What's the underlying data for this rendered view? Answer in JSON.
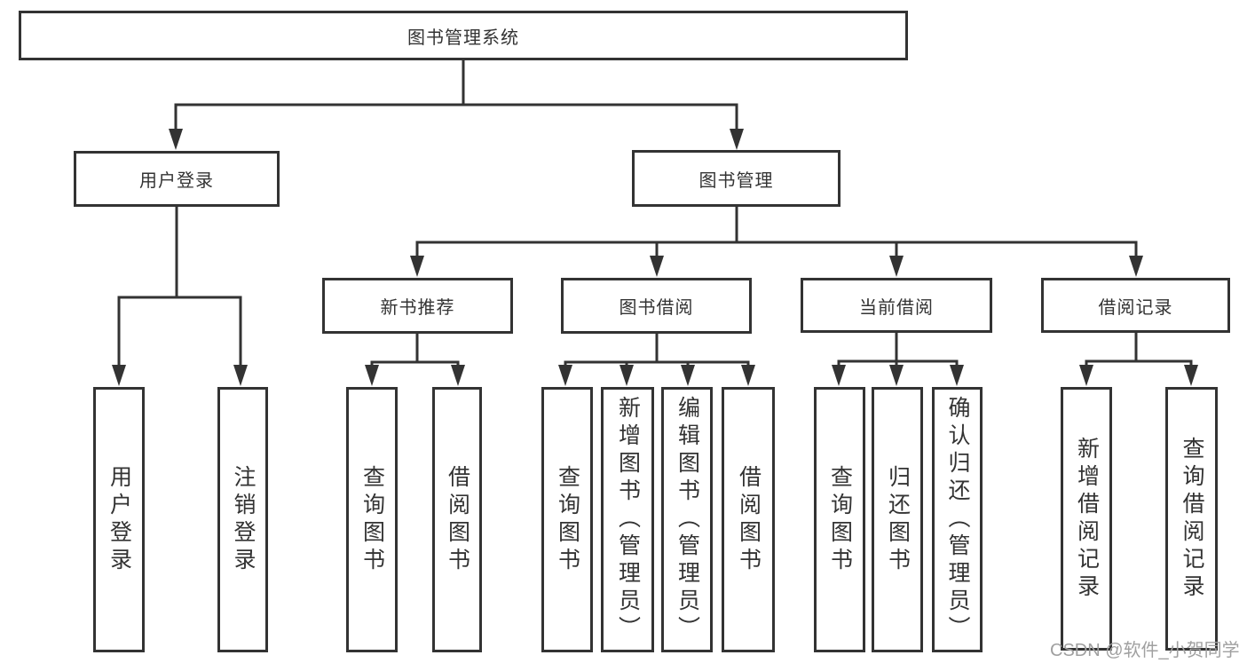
{
  "diagram": {
    "root": {
      "label": "图书管理系统"
    },
    "level2": [
      {
        "label": "用户登录"
      },
      {
        "label": "图书管理"
      }
    ],
    "level3": [
      {
        "label": "新书推荐"
      },
      {
        "label": "图书借阅"
      },
      {
        "label": "当前借阅"
      },
      {
        "label": "借阅记录"
      }
    ],
    "leaves": [
      {
        "label": "用户登录"
      },
      {
        "label": "注销登录"
      },
      {
        "label": "查询图书"
      },
      {
        "label": "借阅图书"
      },
      {
        "label": "查询图书"
      },
      {
        "label": "新增图书（管理员）"
      },
      {
        "label": "编辑图书（管理员）"
      },
      {
        "label": "借阅图书"
      },
      {
        "label": "查询图书"
      },
      {
        "label": "归还图书"
      },
      {
        "label": "确认归还（管理员）"
      },
      {
        "label": "新增借阅记录"
      },
      {
        "label": "查询借阅记录"
      }
    ]
  },
  "watermark": {
    "text": "CSDN @软件_小贺同学"
  },
  "colors": {
    "line": "#333333",
    "text": "#333333",
    "watermark": "#a0a0a0",
    "background": "#ffffff"
  }
}
